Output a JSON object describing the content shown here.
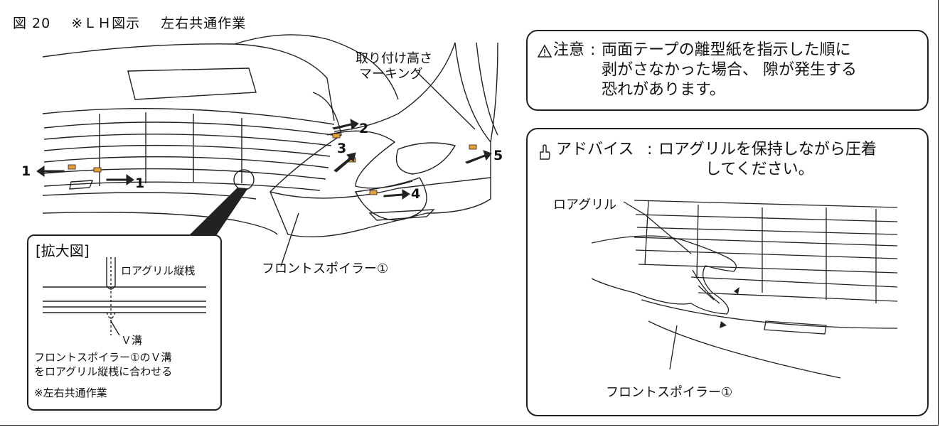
{
  "figure": {
    "number": "図 20",
    "subtitle": "※ＬＨ図示",
    "work_note": "左右共通作業"
  },
  "main_labels": {
    "height_marking_line1": "取り付け高さ",
    "height_marking_line2": "マーキング",
    "front_spoiler": "フロントスポイラー①",
    "step_1a": "1",
    "step_1b": "1",
    "step_2": "2",
    "step_3": "3",
    "step_4": "4",
    "step_5": "5"
  },
  "zoom": {
    "title": "[拡大図]",
    "grille_bar": "ロアグリル縦桟",
    "v_groove": "Ｖ溝",
    "instruction_line1": "フロントスポイラー①のＶ溝",
    "instruction_line2": "をロアグリル縦桟に合わせる",
    "note": "※左右共通作業"
  },
  "caution": {
    "icon": "warning-triangle-icon",
    "label": "注意",
    "colon": ":",
    "line1": "両面テープの離型紙を指示した順に",
    "line2": "剥がさなかった場合、 隙が発生する",
    "line3": "恐れがあります。"
  },
  "advice": {
    "icon": "pointing-hand-icon",
    "label": "アドバイス",
    "colon": ":",
    "line1": "ロアグリルを保持しながら圧着",
    "line2": "してください。",
    "grille_label": "ロアグリル",
    "spoiler_label": "フロントスポイラー①"
  },
  "colors": {
    "tape": "#e8a13a",
    "line": "#222222"
  }
}
